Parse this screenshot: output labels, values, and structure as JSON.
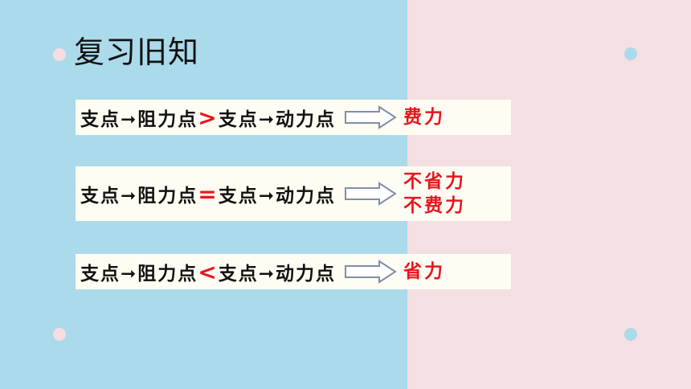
{
  "title": "复习旧知",
  "rows": [
    {
      "formula_left": "支点➞阻力点",
      "operator": ">",
      "formula_right": "支点➞动力点",
      "result": [
        "费力"
      ]
    },
    {
      "formula_left": "支点➞阻力点",
      "operator": "=",
      "formula_right": "支点➞动力点",
      "result": [
        "不省力",
        "不费力"
      ]
    },
    {
      "formula_left": "支点➞阻力点",
      "operator": "<",
      "formula_right": "支点➞动力点",
      "result": [
        "省力"
      ]
    }
  ],
  "colors": {
    "left_bg": "#abdaea",
    "right_bg": "#f4dfe2",
    "operator_red": "#e8151c"
  }
}
